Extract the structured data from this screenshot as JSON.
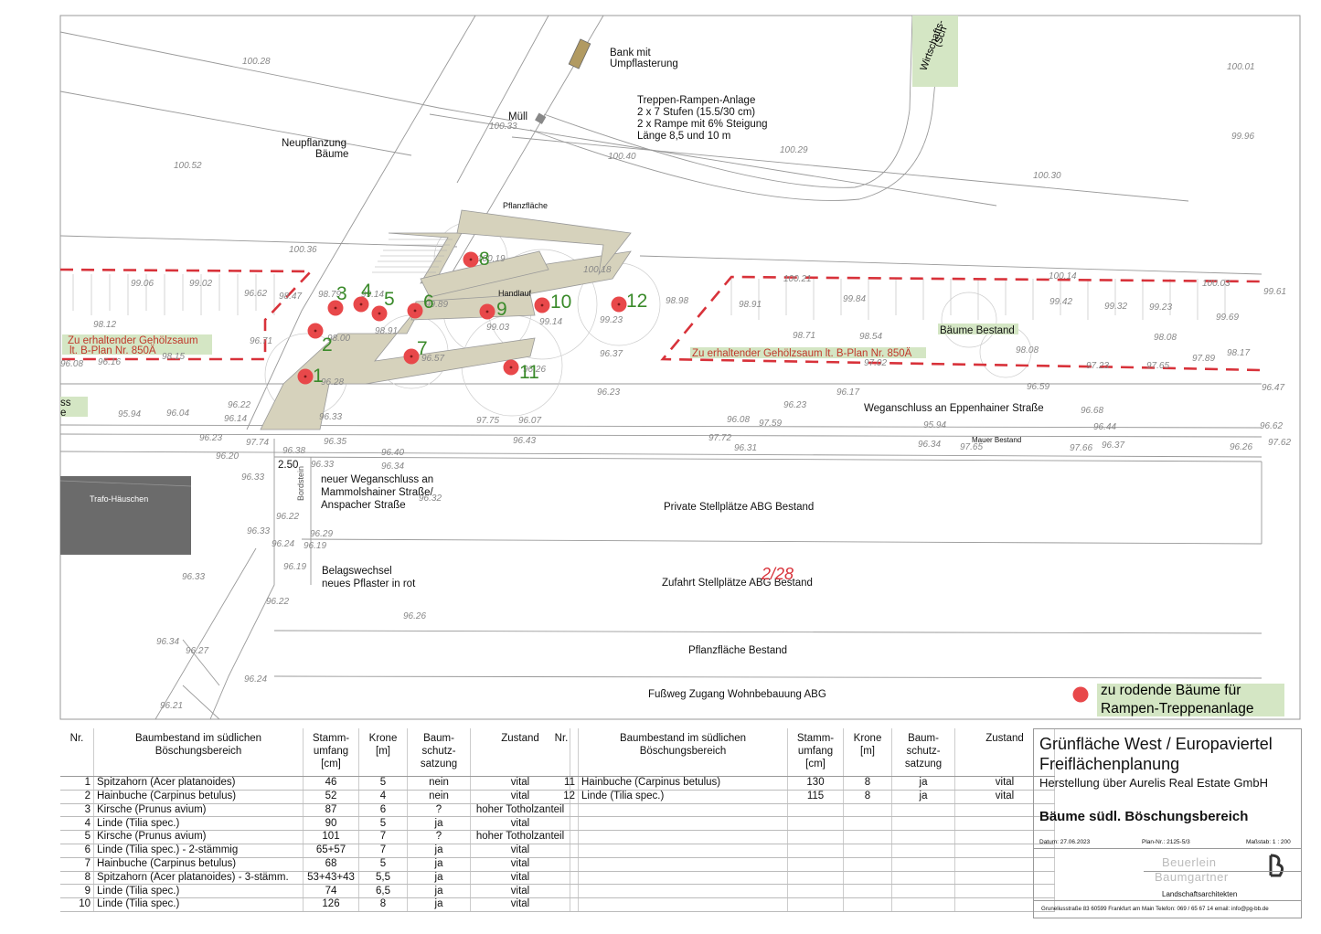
{
  "plan": {
    "labels": {
      "bank": [
        "Bank mit",
        "Umpflasterung"
      ],
      "muell": "Müll",
      "treppe": [
        "Treppen-Rampen-Anlage",
        "2 x 7 Stufen (15.5/30 cm)",
        "2 x Rampe mit 6% Steigung",
        "Länge 8,5 und 10 m"
      ],
      "neupflanzung": [
        "Neupflanzung",
        "Bäume"
      ],
      "pflanzflaeche": "Pflanzfläche",
      "handlauf": "Handlauf",
      "gehoelz_left": [
        "Zu erhaltender Gehölzsaum",
        "lt. B-Plan Nr. 850Ä"
      ],
      "gehoelz_right": "Zu erhaltender Gehölzsaum lt. B-Plan Nr. 850Ä",
      "baeume_bestand": "Bäume Bestand",
      "weganschluss": "Weganschluss an Eppenhainer Straße",
      "mauer": "Mauer Bestand",
      "neuer_weg": [
        "neuer Weganschluss an",
        "Mammolshainer Straße/",
        "Anspacher Straße"
      ],
      "bordstein": "Bordstein",
      "dim": "2.50",
      "trafo": "Trafo-Häuschen",
      "stellplaetze": "Private Stellplätze ABG Bestand",
      "belag": [
        "Belagswechsel",
        "neues Pflaster in rot"
      ],
      "zufahrt": "Zufahrt Stellplätze ABG Bestand",
      "sheet": "2/28",
      "pflanz_bestand": "Pflanzfläche Bestand",
      "fussweg": "Fußweg Zugang Wohnbebauung ABG",
      "wirtschafts": [
        "Wirtschafts-",
        "(Sch"
      ],
      "left_green": [
        "ss",
        "e"
      ],
      "legend": [
        "zu rodende Bäume für",
        "Rampen-Treppenanlage"
      ]
    },
    "elevations": [
      "100.28",
      "100.01",
      "100.33",
      "100.40",
      "100.29",
      "99.96",
      "100.52",
      "100.30",
      "100.36",
      "100.19",
      "100.18",
      "100.21",
      "100.14",
      "100.03",
      "99.61",
      "99.06",
      "99.02",
      "96.62",
      "98.47",
      "98.79",
      "99.14",
      "99.89",
      "99.84",
      "99.42",
      "99.32",
      "99.23",
      "99.69",
      "98.12",
      "98.91",
      "99.03",
      "99.14",
      "99.23",
      "98.98",
      "98.91",
      "98.71",
      "98.54",
      "98.08",
      "98.08",
      "97.89",
      "98.17",
      "96.71",
      "98.00",
      "97.02",
      "97.23",
      "97.65",
      "96.08",
      "96.16",
      "98.15",
      "96.57",
      "96.37",
      "96.28",
      "96.26",
      "96.23",
      "96.17",
      "96.59",
      "96.47",
      "96.22",
      "96.23",
      "96.68",
      "96.44",
      "95.94",
      "96.04",
      "96.14",
      "96.33",
      "97.75",
      "96.07",
      "96.08",
      "97.59",
      "95.94",
      "96.62",
      "96.23",
      "97.74",
      "96.35",
      "96.43",
      "97.72",
      "96.31",
      "96.34",
      "97.65",
      "97.66",
      "96.37",
      "96.26",
      "97.62",
      "96.20",
      "96.38",
      "96.40",
      "96.33",
      "96.34",
      "96.33",
      "96.32",
      "96.22",
      "96.33",
      "96.29",
      "96.24",
      "96.19",
      "96.19",
      "96.33",
      "96.22",
      "96.26",
      "96.34",
      "96.27",
      "96.24",
      "96.21"
    ],
    "trees": [
      "1",
      "2",
      "3",
      "4",
      "5",
      "6",
      "7",
      "8",
      "9",
      "10",
      "11",
      "12"
    ]
  },
  "table": {
    "headers": [
      "Nr.",
      "Baumbestand im südlichen\nBöschungsbereich",
      "Stamm-\numfang\n[cm]",
      "Krone\n[m]",
      "Baum-\nschutz-\nsatzung",
      "Zustand"
    ],
    "rows_left": [
      [
        "1",
        "Spitzahorn (Acer platanoides)",
        "46",
        "5",
        "nein",
        "vital"
      ],
      [
        "2",
        "Hainbuche (Carpinus betulus)",
        "52",
        "4",
        "nein",
        "vital"
      ],
      [
        "3",
        "Kirsche (Prunus avium)",
        "87",
        "6",
        "?",
        "hoher Totholzanteil"
      ],
      [
        "4",
        "Linde (Tilia spec.)",
        "90",
        "5",
        "ja",
        "vital"
      ],
      [
        "5",
        "Kirsche (Prunus avium)",
        "101",
        "7",
        "?",
        "hoher Totholzanteil"
      ],
      [
        "6",
        "Linde (Tilia spec.) - 2-stämmig",
        "65+57",
        "7",
        "ja",
        "vital"
      ],
      [
        "7",
        "Hainbuche (Carpinus betulus)",
        "68",
        "5",
        "ja",
        "vital"
      ],
      [
        "8",
        "Spitzahorn (Acer platanoides) - 3-stämm.",
        "53+43+43",
        "5,5",
        "ja",
        "vital"
      ],
      [
        "9",
        "Linde (Tilia spec.)",
        "74",
        "6,5",
        "ja",
        "vital"
      ],
      [
        "10",
        "Linde (Tilia spec.)",
        "126",
        "8",
        "ja",
        "vital"
      ]
    ],
    "rows_right": [
      [
        "11",
        "Hainbuche (Carpinus betulus)",
        "130",
        "8",
        "ja",
        "vital"
      ],
      [
        "12",
        "Linde (Tilia spec.)",
        "115",
        "8",
        "ja",
        "vital"
      ],
      [
        "",
        "",
        "",
        "",
        "",
        ""
      ],
      [
        "",
        "",
        "",
        "",
        "",
        ""
      ],
      [
        "",
        "",
        "",
        "",
        "",
        ""
      ],
      [
        "",
        "",
        "",
        "",
        "",
        ""
      ],
      [
        "",
        "",
        "",
        "",
        "",
        ""
      ],
      [
        "",
        "",
        "",
        "",
        "",
        ""
      ],
      [
        "",
        "",
        "",
        "",
        "",
        ""
      ],
      [
        "",
        "",
        "",
        "",
        "",
        ""
      ]
    ]
  },
  "titleblock": {
    "project1": "Grünfläche West / Europaviertel",
    "project2": "Freiflächenplanung",
    "project3": "Herstellung über Aurelis Real Estate GmbH",
    "sheet_title": "Bäume südl. Böschungsbereich",
    "date": "Datum: 27.06.2023",
    "plan_nr": "Plan-Nr.: 2125-5/3",
    "scale": "Maßstab: 1 : 200",
    "logo1": "Beuerlein",
    "logo2": "Baumgartner",
    "office": "Landschaftsarchitekten",
    "address": "Gruneliusstraße 83  60599 Frankfurt am Main  Telefon: 069 / 65 67 14  email: info@pg-bb.de"
  },
  "colors": {
    "tree_red": "#e8484a",
    "tree_number": "#3a8a2a",
    "dash_red": "#d8323a",
    "stair_fill": "#d6d2bc",
    "label_green": "#d4e6c4",
    "trafo": "#6b6b6b"
  }
}
